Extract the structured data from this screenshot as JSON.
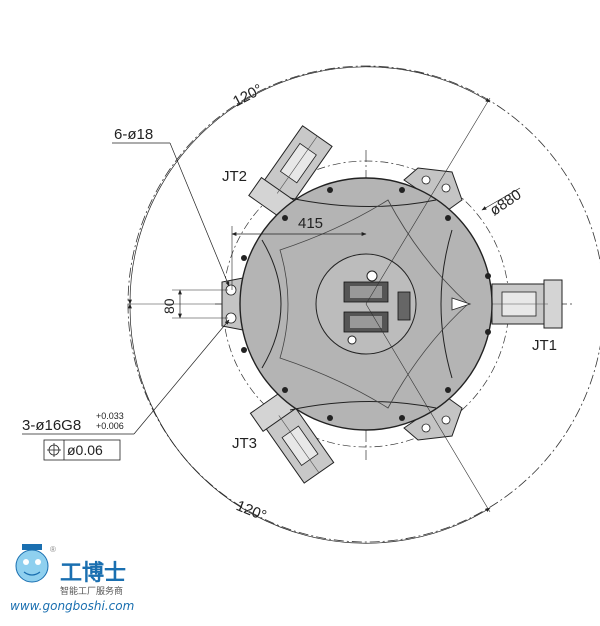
{
  "drawing": {
    "dimensions": {
      "angle_top": "120°",
      "angle_bottom": "120°",
      "holes_small": "6-ø18",
      "outer_diameter": "ø880",
      "radius_offset": "415",
      "hole_spacing": "80",
      "holes_large": "3-ø16G8",
      "tol_upper": "+0.033",
      "tol_lower": "+0.006",
      "position_tol": "ø0.06"
    },
    "joints": {
      "jt1": "JT1",
      "jt2": "JT2",
      "jt3": "JT3"
    },
    "colors": {
      "body_fill": "#b4b4b4",
      "body_stroke": "#222222",
      "line": "#222222",
      "watermark_blue": "#1a6fb0"
    }
  },
  "watermark": {
    "title": "工博士",
    "subtitle": "智能工厂服务商",
    "url": "www.gongboshi.com",
    "reg": "®"
  }
}
